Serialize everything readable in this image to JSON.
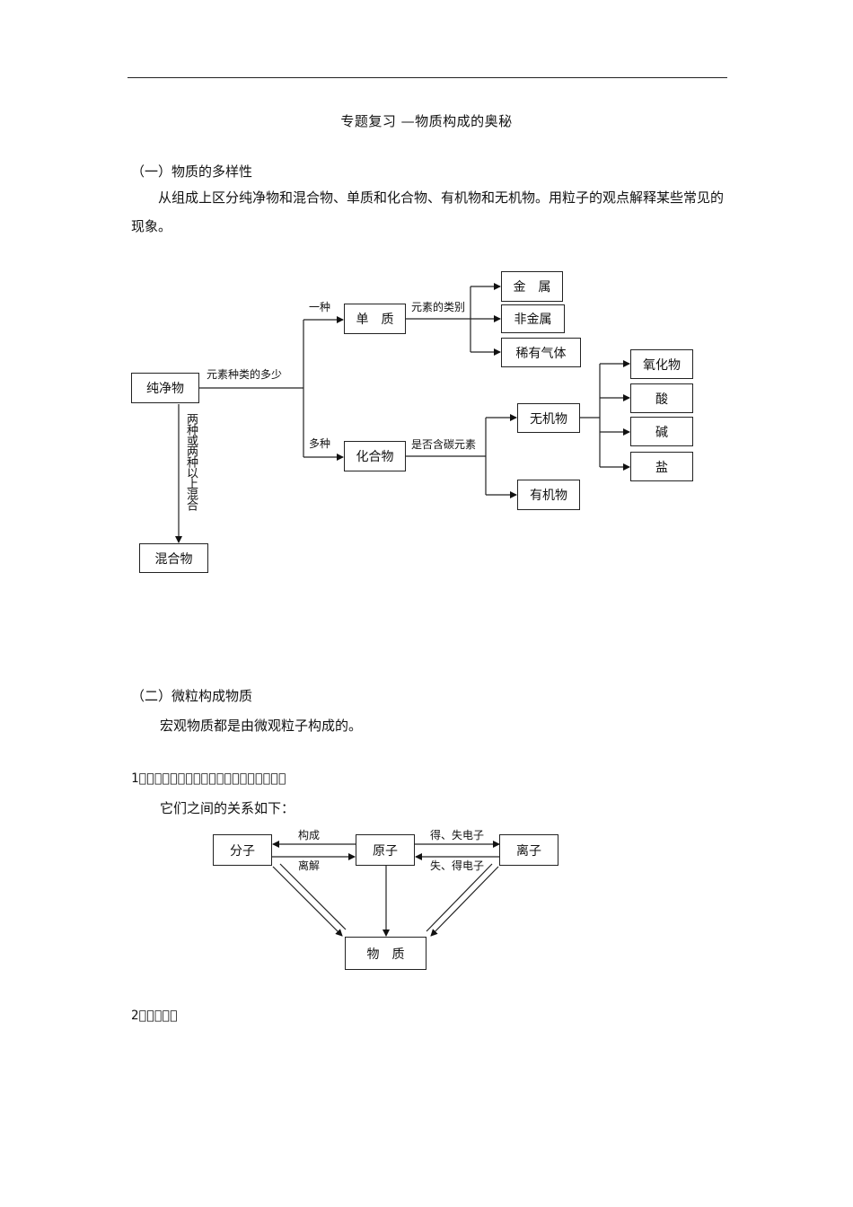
{
  "document": {
    "title": "专题复习 —物质构成的奥秘",
    "section1": {
      "heading": "（一）物质的多样性",
      "paragraph": "从组成上区分纯净物和混合物、单质和化合物、有机物和无机物。用粒子的观点解释某些常见的现象。"
    },
    "diagram1": {
      "pure": "纯净物",
      "mixture": "混合物",
      "element_sub": "单　质",
      "compound": "化合物",
      "metal": "金　属",
      "nonmetal": "非金属",
      "noble_gas": "稀有气体",
      "inorganic": "无机物",
      "organic": "有机物",
      "oxide": "氧化物",
      "acid": "酸",
      "base": "碱",
      "salt": "盐",
      "label_element_count": "元素种类的多少",
      "label_one": "一种",
      "label_many": "多种",
      "label_element_class": "元素的类别",
      "label_contains_carbon": "是否含碳元素",
      "label_mix": "两种或两种以上混合"
    },
    "section2": {
      "heading": "（二）微粒构成物质",
      "paragraph": "宏观物质都是由微观粒子构成的。",
      "item1_garbled": "1􏰁􏰁􏰁􏰁􏰁􏰁􏰁􏰁􏰁􏰁􏰁􏰁􏰁􏰁􏰁􏰁􏰁􏰁􏰁",
      "relation_text": "它们之间的关系如下：",
      "item2_garbled": "2􏰁􏰁􏰁􏰁􏰁"
    },
    "diagram2": {
      "molecule": "分子",
      "atom": "原子",
      "ion": "离子",
      "matter": "物　质",
      "label_compose": "构成",
      "label_decompose": "离解",
      "label_gain_lose": "得、失电子",
      "label_lose_gain": "失、得电子"
    }
  }
}
